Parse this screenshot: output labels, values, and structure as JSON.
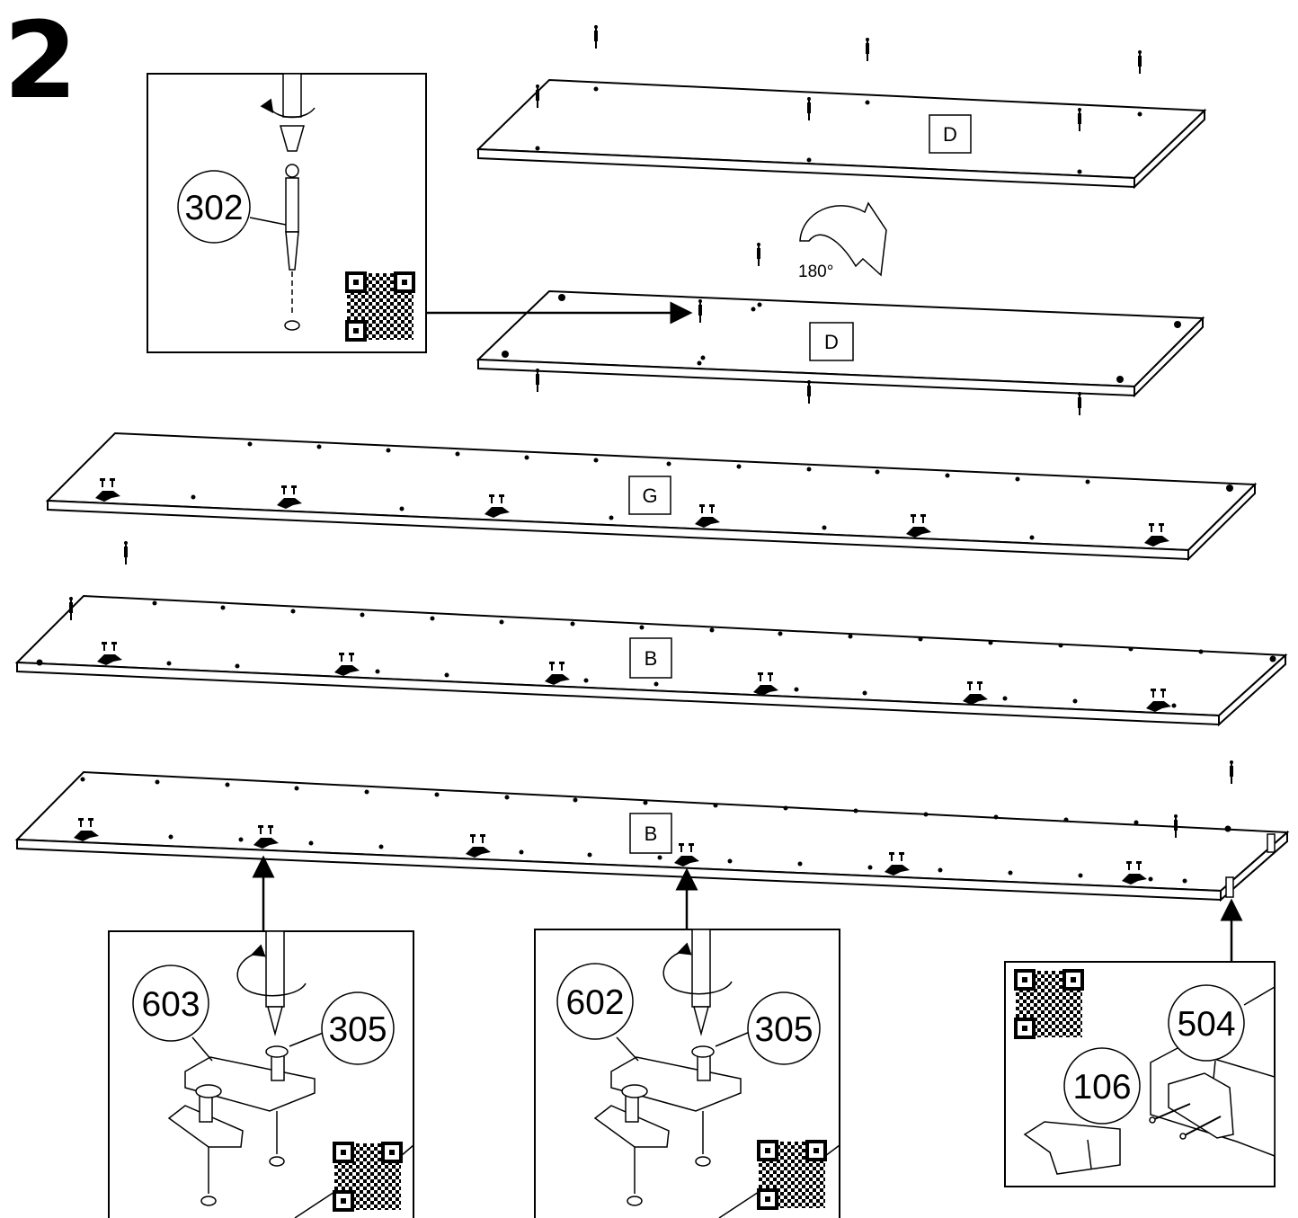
{
  "step": {
    "number": "2"
  },
  "panels": [
    {
      "id": "top",
      "label": "D"
    },
    {
      "id": "second",
      "label": "D"
    },
    {
      "id": "third",
      "label": "G"
    },
    {
      "id": "fourth",
      "label": "B"
    },
    {
      "id": "bottom",
      "label": "B"
    }
  ],
  "rotation": {
    "text": "180°"
  },
  "details": {
    "dowel": {
      "part": "302"
    },
    "hinge_left": {
      "plate": "603",
      "screw": "305"
    },
    "hinge_mid": {
      "plate": "602",
      "screw": "305"
    },
    "bracket": {
      "connector": "504",
      "pin": "106"
    }
  }
}
